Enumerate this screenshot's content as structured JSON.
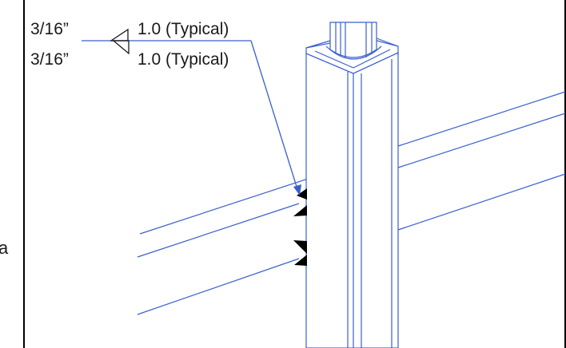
{
  "weld_callout": {
    "top": {
      "size": "3/16”",
      "length": "1.0 (Typical)"
    },
    "bottom": {
      "size": "3/16”",
      "length": "1.0 (Typical)"
    }
  },
  "edge_fragment": "a"
}
